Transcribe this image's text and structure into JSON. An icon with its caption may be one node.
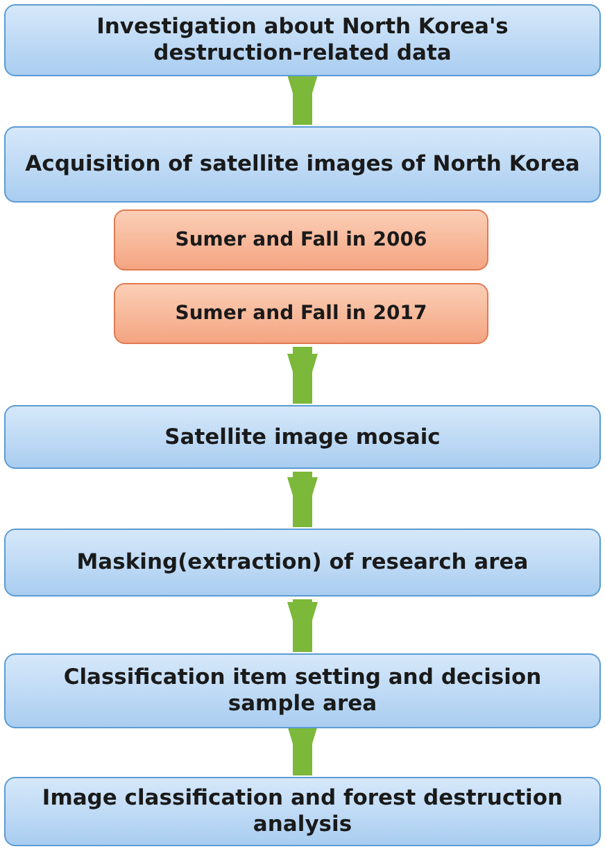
{
  "diagram": {
    "nodes": [
      {
        "text": [
          "Investigation about North Korea's destruction-related data"
        ]
      },
      {
        "text": [
          "Acquisition of satellite images of North Korea"
        ]
      },
      {
        "text": [
          "Sumer and Fall in 2006"
        ]
      },
      {
        "text": [
          "Sumer and Fall in 2017"
        ]
      },
      {
        "text": [
          "Satellite image mosaic"
        ]
      },
      {
        "text": [
          "Masking(extraction) of research area"
        ]
      },
      {
        "text": [
          "Classification item setting and decision sample area"
        ]
      },
      {
        "text": [
          "Image classification and forest destruction analysis"
        ]
      }
    ],
    "edges": [
      {
        "from": 0,
        "to": 1,
        "arrow": "to"
      },
      {
        "from": 3,
        "to": 4,
        "arrow": "to"
      },
      {
        "from": 4,
        "to": 5,
        "arrow": "to"
      },
      {
        "from": 5,
        "to": 6,
        "arrow": "to"
      },
      {
        "from": 6,
        "to": 7,
        "arrow": "to"
      }
    ]
  }
}
